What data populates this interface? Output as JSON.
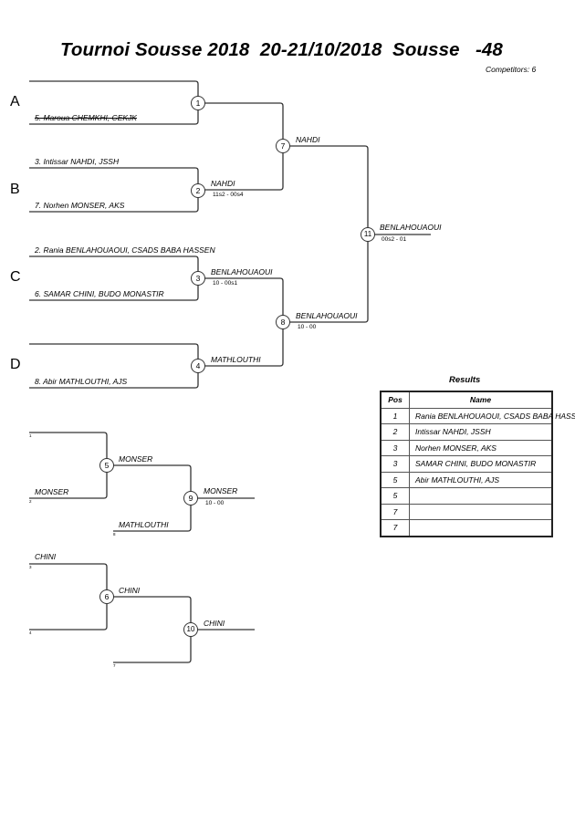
{
  "header": {
    "title": "Tournoi Sousse 2018  20-21/10/2018  Sousse   -48",
    "competitors": "Competitors: 6"
  },
  "pools": [
    "A",
    "B",
    "C",
    "D"
  ],
  "competitors": {
    "pool_a_bottom": "5. Maroua CHEMKHI, CEKJK",
    "pool_b_top": "3. Intissar NAHDI, JSSH",
    "pool_b_bottom": "7. Norhen MONSER, AKS",
    "pool_c_top": "2.  Rania BENLAHOUAOUI, CSADS BABA HASSEN",
    "pool_c_bottom": "6. SAMAR CHINI, BUDO MONASTIR",
    "pool_d_bottom": "8. Abir MATHLOUTHI, AJS"
  },
  "matches": {
    "m1": {
      "number": "1"
    },
    "m2": {
      "number": "2",
      "winner": "NAHDI",
      "score": "11s2 - 00s4"
    },
    "m3": {
      "number": "3",
      "winner": "BENLAHOUAOUI",
      "score": "10 - 00s1"
    },
    "m4": {
      "number": "4",
      "winner": "MATHLOUTHI"
    },
    "m7": {
      "number": "7",
      "winner": "NAHDI"
    },
    "m8": {
      "number": "8",
      "winner": "BENLAHOUAOUI",
      "score": "10 - 00"
    },
    "m11": {
      "number": "11",
      "winner": "BENLAHOUAOUI",
      "score": "00s2 - 01"
    },
    "m5": {
      "number": "5",
      "winner": "MONSER",
      "bottom_entry": "MONSER",
      "seed_top": "1",
      "seed_bottom": "2"
    },
    "m9": {
      "number": "9",
      "winner": "MONSER",
      "score": "10 - 00",
      "bottom_entry": "MATHLOUTHI",
      "seed_bottom": "8"
    },
    "m6": {
      "number": "6",
      "winner": "CHINI",
      "top_entry": "CHINI",
      "seed_top": "3",
      "seed_bottom": "4"
    },
    "m10": {
      "number": "10",
      "winner": "CHINI",
      "seed_bottom": "7"
    }
  },
  "results": {
    "title": "Results",
    "headers": {
      "pos": "Pos",
      "name": "Name"
    },
    "rows": [
      {
        "pos": "1",
        "name": " Rania BENLAHOUAOUI, CSADS BABA HASSEN"
      },
      {
        "pos": "2",
        "name": "Intissar NAHDI, JSSH"
      },
      {
        "pos": "3",
        "name": "Norhen MONSER, AKS"
      },
      {
        "pos": "3",
        "name": "SAMAR CHINI, BUDO MONASTIR"
      },
      {
        "pos": "5",
        "name": "Abir MATHLOUTHI, AJS"
      },
      {
        "pos": "5",
        "name": ""
      },
      {
        "pos": "7",
        "name": ""
      },
      {
        "pos": "7",
        "name": ""
      }
    ]
  }
}
